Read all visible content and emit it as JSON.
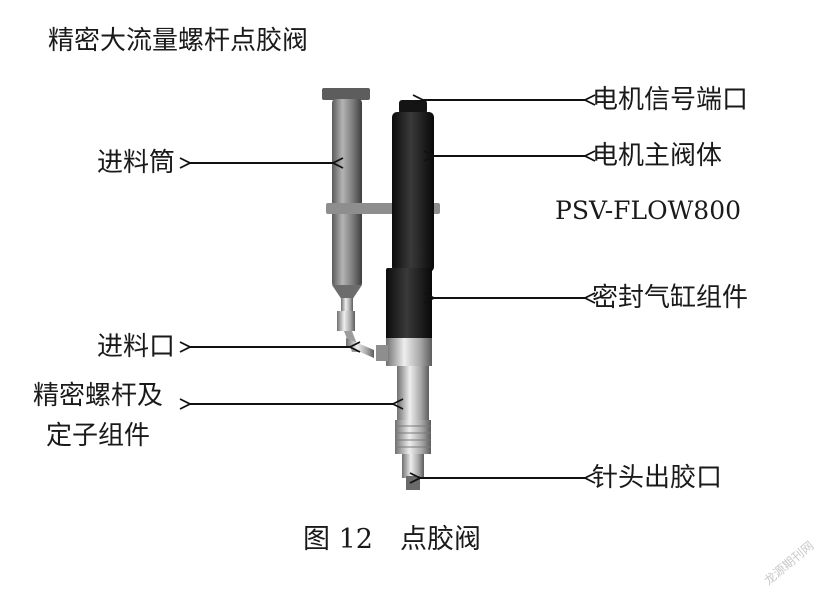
{
  "title": "精密大流量螺杆点胶阀",
  "labels": {
    "motor_signal_port": "电机信号端口",
    "motor_main_body": "电机主阀体",
    "model": "PSV-FLOW800",
    "seal_cylinder": "密封气缸组件",
    "feed_barrel": "进料筒",
    "feed_inlet": "进料口",
    "screw_stator_line1": "精密螺杆及",
    "screw_stator_line2": "定子组件",
    "needle_outlet": "针头出胶口"
  },
  "caption": "图 12　点胶阀",
  "watermark": "龙源期刊网"
}
